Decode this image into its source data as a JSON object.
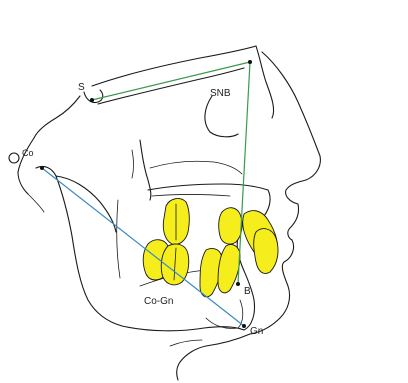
{
  "colors": {
    "background": "#ffffff",
    "outline": "#1a1a1a",
    "teeth_fill": "#f5ee1c",
    "sn_line": "#3a9a4a",
    "nb_line": "#3a9a4a",
    "co_gn_line": "#3a8bc0"
  },
  "landmarks": {
    "s": "S",
    "co": "Co",
    "b": "B",
    "gn": "Gn"
  },
  "measurements": {
    "snb": "SNB",
    "co_gn": "Co-Gn"
  }
}
